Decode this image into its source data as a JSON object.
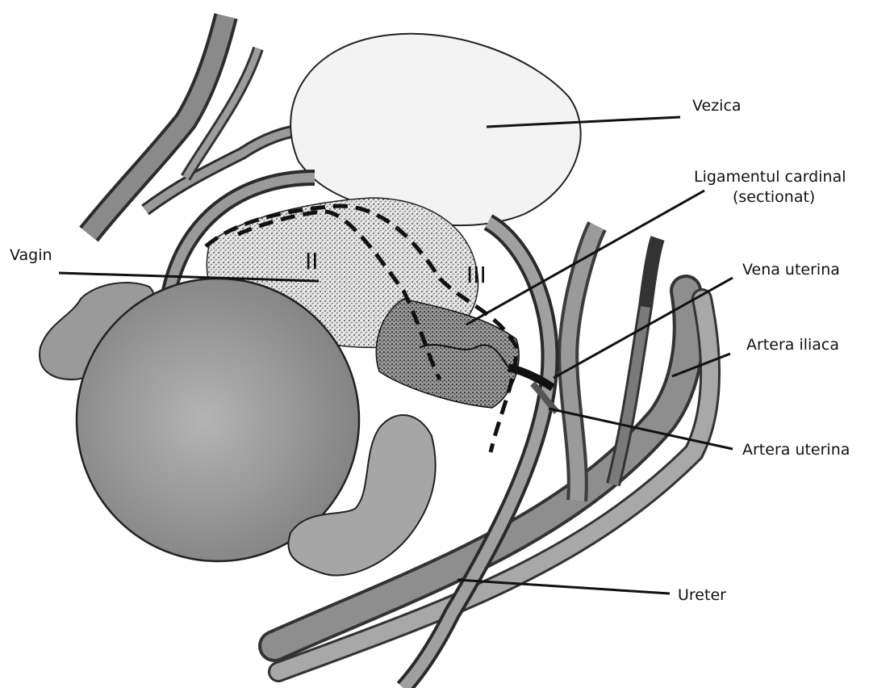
{
  "labels": {
    "vezica": "Vezica",
    "ligament_line1": "Ligamentul cardinal",
    "ligament_line2": "(sectionat)",
    "vagin": "Vagin",
    "vena_uterina": "Vena uterina",
    "artera_iliaca": "Artera iliaca",
    "artera_uterina": "Artera uterina",
    "ureter": "Ureter"
  },
  "zones": {
    "zone2": "II",
    "zone3": "III"
  }
}
